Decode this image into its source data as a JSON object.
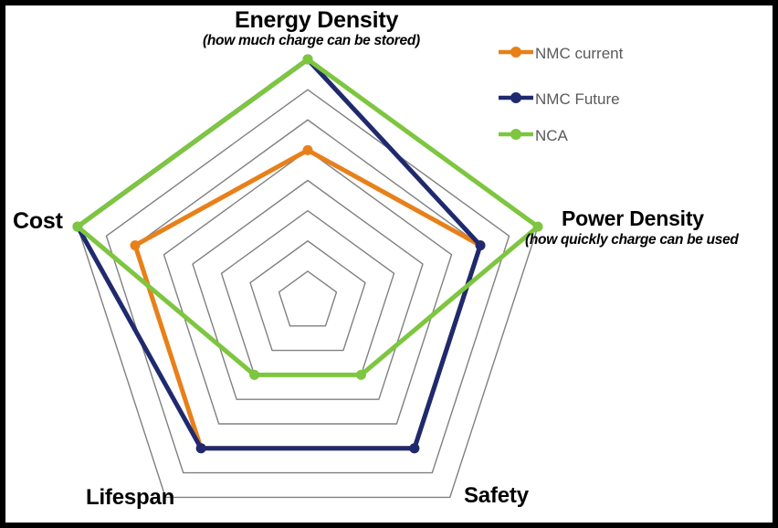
{
  "figure": {
    "background": "#ffffff",
    "frame_color": "#000000",
    "grid_color": "#808080",
    "grid_rings": 8
  },
  "axes": [
    {
      "key": "energy_density",
      "title": "Energy Density",
      "subtitle": "(how much charge can be stored)"
    },
    {
      "key": "power_density",
      "title": "Power Density",
      "subtitle": "(how quickly charge can be used"
    },
    {
      "key": "safety",
      "title": "Safety",
      "subtitle": ""
    },
    {
      "key": "lifespan",
      "title": "Lifespan",
      "subtitle": ""
    },
    {
      "key": "cost",
      "title": "Cost",
      "subtitle": ""
    }
  ],
  "legend": {
    "position": "top-right",
    "items": [
      {
        "label": "NMC current",
        "color": "#E8801A",
        "marker": "circle"
      },
      {
        "label": "NMC Future",
        "color": "#1F2A6E",
        "marker": "circle"
      },
      {
        "label": "NCA",
        "color": "#7DC63F",
        "marker": "circle"
      }
    ]
  },
  "chart_data": {
    "type": "radar",
    "title": "",
    "categories": [
      "Energy Density",
      "Power Density",
      "Safety",
      "Lifespan",
      "Cost"
    ],
    "rmax": 8,
    "rmin": 0,
    "grid": true,
    "tick_labels": [],
    "series": [
      {
        "name": "NMC current",
        "color": "#E8801A",
        "values": [
          5,
          6,
          6,
          6,
          6
        ]
      },
      {
        "name": "NMC Future",
        "color": "#1F2A6E",
        "values": [
          8,
          6,
          6,
          6,
          8
        ]
      },
      {
        "name": "NCA",
        "color": "#7DC63F",
        "values": [
          8,
          8,
          3,
          3,
          8
        ]
      }
    ]
  }
}
